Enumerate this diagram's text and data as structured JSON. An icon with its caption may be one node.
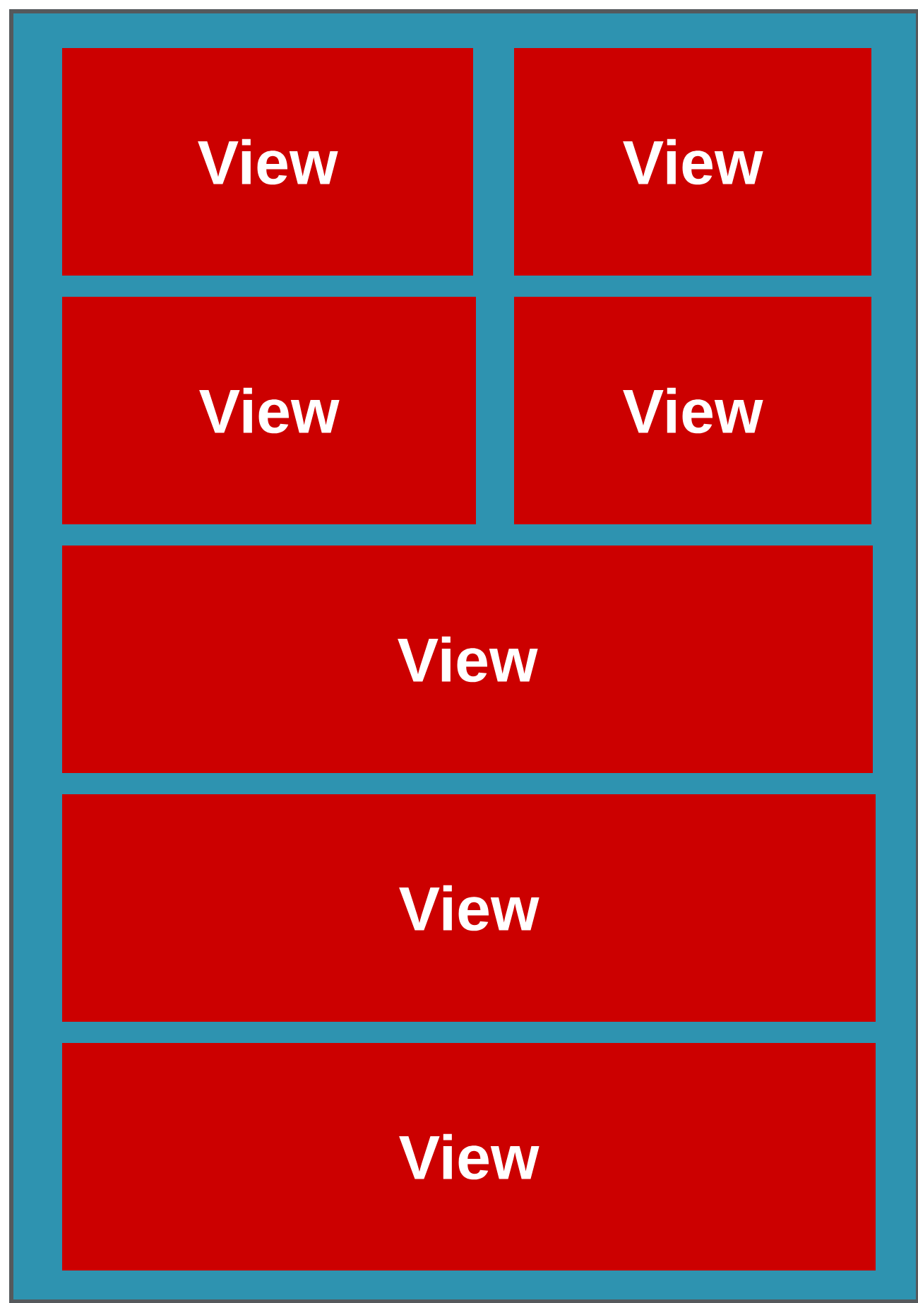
{
  "diagram": {
    "nodes": [
      {
        "text": [],
        "shape": "box"
      },
      {
        "text": [
          "View"
        ],
        "in": 0
      },
      {
        "text": [
          "View"
        ],
        "in": 0
      },
      {
        "text": [
          "View"
        ],
        "in": 0
      },
      {
        "text": [
          "View"
        ],
        "in": 0
      },
      {
        "text": [
          "View"
        ],
        "in": 0
      },
      {
        "text": [
          "View"
        ],
        "in": 0
      },
      {
        "text": [
          "View"
        ],
        "in": 0
      }
    ]
  }
}
